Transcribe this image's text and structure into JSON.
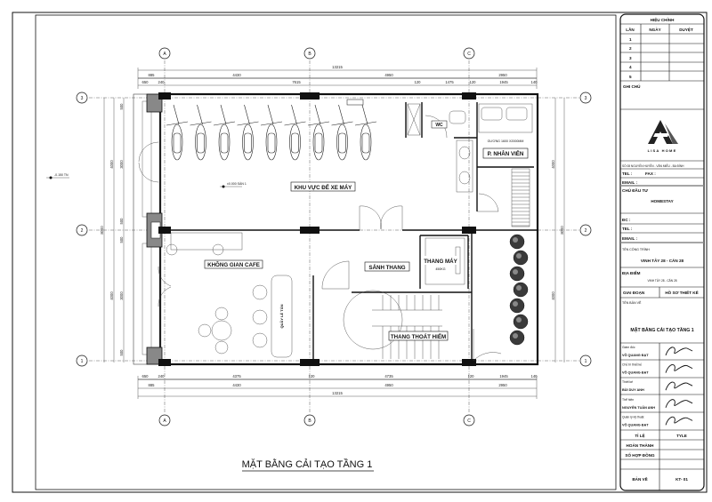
{
  "drawing_title": "MẶT BẰNG CẢI TẠO TẦNG 1",
  "grid": {
    "columns": [
      "A",
      "B",
      "C"
    ],
    "rows": [
      "3",
      "2",
      "1"
    ]
  },
  "dimensions": {
    "top_total": "13215",
    "top_axes": [
      "885",
      "4430",
      "4950",
      "2950"
    ],
    "top_detail": [
      "650",
      "240",
      "7615",
      "120",
      "1475",
      "120",
      "1945",
      "140"
    ],
    "bottom_detail": [
      "650",
      "240",
      "4375",
      "120",
      "4735",
      "120",
      "1945",
      "140"
    ],
    "bottom_axes": [
      "885",
      "4430",
      "4950",
      "2950"
    ],
    "bottom_total": "13215",
    "left_total": "8000",
    "left_axes": [
      "4000",
      "4000"
    ],
    "left_detail": [
      "500",
      "3000",
      "500",
      "500",
      "3000",
      "500"
    ],
    "right_total": "8000",
    "right_axes": [
      "4000",
      "4000"
    ]
  },
  "levels": {
    "outside": "-0.150 TN",
    "inside": "±0.000 SÀN 1"
  },
  "rooms": {
    "parking": "KHU VỰC ĐỂ XE MÁY",
    "wc": "WC",
    "staff": "P. NHÂN VIÊN",
    "mirror": "GƯƠNG 1600 X2000MM",
    "cafe": "KHÔNG GIAN CAFE",
    "reception": "QUẦY LỄ TÂN",
    "lobby": "SẢNH THANG",
    "elevator": "THANG MÁY",
    "elevator_load": "450KG",
    "stair": "THANG THOÁT HIỂM"
  },
  "motorbike_count": 9,
  "title_block": {
    "revision_header": "HIỆU CHỈNH",
    "revision_cols": [
      "LẦN",
      "NGÀY",
      "DUYỆT"
    ],
    "revision_rows": [
      "1",
      "2",
      "3",
      "4",
      "5"
    ],
    "notes_label": "GHI CHÚ",
    "company": "LISA HOME",
    "company_address": "SỐ 08 NGUYỄN HUYỀN - VĂN MIẾU - BA ĐÌNH",
    "tel_label": "TEL :",
    "fax_label": "FAX :",
    "email_label": "EMAIL :",
    "owner_label": "CHỦ ĐẦU TƯ",
    "owner": "HOMESTAY",
    "owner_address_label": "ĐC :",
    "owner_tel_label": "TEL :",
    "owner_email_label": "EMAIL :",
    "project_label": "TÊN CÔNG TRÌNH",
    "project": "VINH TÂY 28 - CĂN 28",
    "location_label": "ĐỊA ĐIỂM",
    "location": "VINH TÂY 28 - CĂN 28",
    "phase_label": "GIAI ĐOẠN",
    "phase": "HỒ SƠ THIẾT KẾ",
    "sheet_name_label": "TÊN BẢN VẼ",
    "sheet_name": "MẶT BẰNG CẢI TẠO TẦNG 1",
    "signatories": [
      {
        "role": "Giám đốc",
        "name": "VÕ QUANG ĐẠT"
      },
      {
        "role": "Chủ trì thiết kế",
        "name": "VÕ QUANG ĐẠT"
      },
      {
        "role": "Thiết kế",
        "name": "BÙI DUY ANH"
      },
      {
        "role": "Thể hiện",
        "name": "NGUYỄN TUẤN ANH"
      },
      {
        "role": "Quản lý kỹ thuật",
        "name": "VÕ QUANG ĐẠT"
      }
    ],
    "scale_label": "TỈ LỆ",
    "scale": "TYLE",
    "completion_label": "HOÀN THÀNH",
    "contract_label": "SỐ HỢP ĐỒNG",
    "sheet_label": "BẢN VẼ",
    "sheet_no": "KT- 01"
  }
}
